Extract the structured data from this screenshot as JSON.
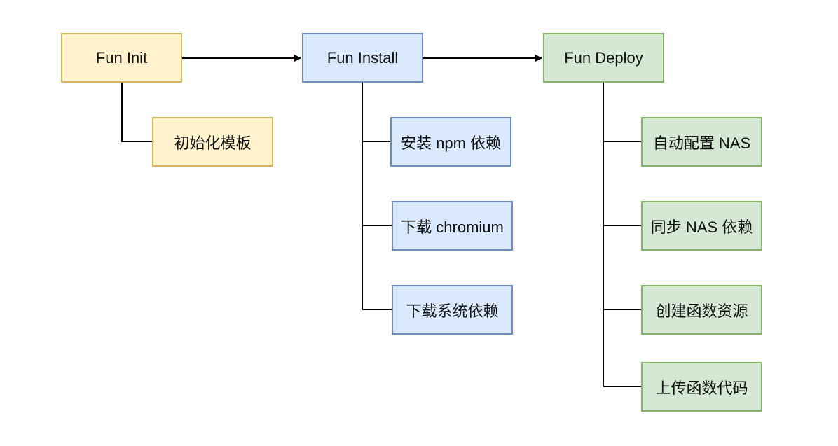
{
  "diagram": {
    "stages": [
      {
        "label": "Fun Init",
        "children": [
          "初始化模板"
        ]
      },
      {
        "label": "Fun Install",
        "children": [
          "安装 npm 依赖",
          "下载 chromium",
          "下载系统依赖"
        ]
      },
      {
        "label": "Fun Deploy",
        "children": [
          "自动配置 NAS",
          "同步 NAS 依赖",
          "创建函数资源",
          "上传函数代码"
        ]
      }
    ],
    "colors": {
      "init_fill": "#fff2cc",
      "init_border": "#d6b656",
      "install_fill": "#dae8fc",
      "install_border": "#6c8ebf",
      "deploy_fill": "#d5e8d4",
      "deploy_border": "#82b366",
      "line": "#000000"
    }
  }
}
